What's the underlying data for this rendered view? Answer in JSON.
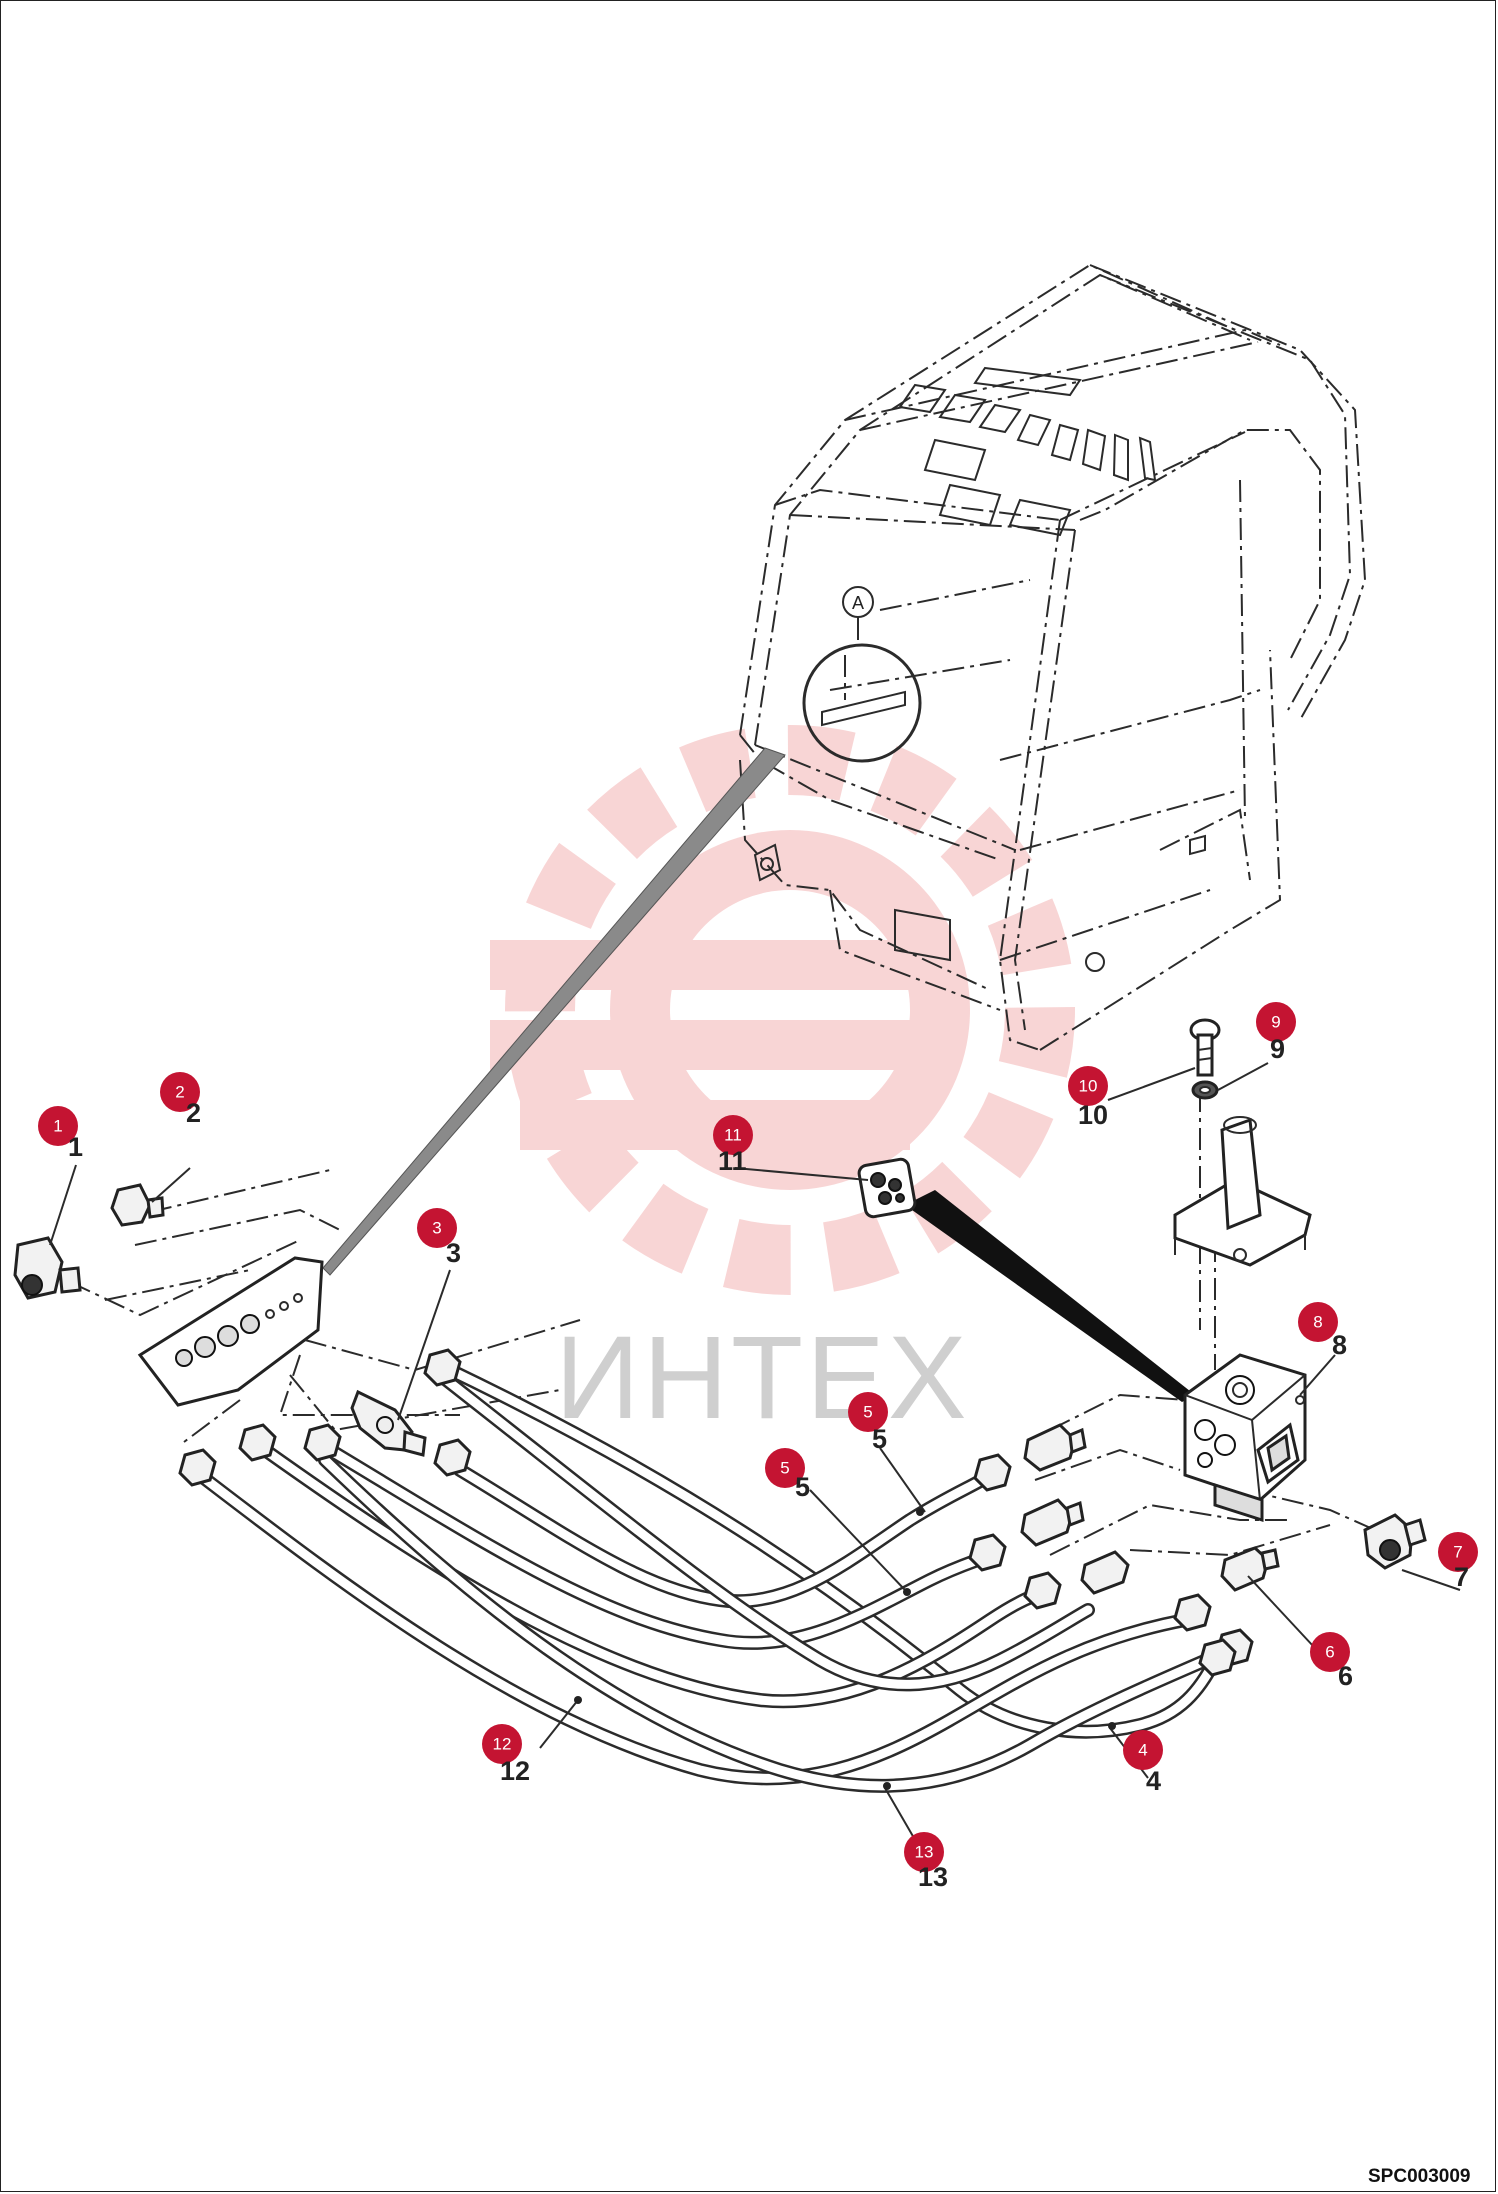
{
  "watermark": {
    "text": "ИНТЕХ",
    "color": "#f3b3b3"
  },
  "drawing_code": "SPC003009",
  "detail_marker": "A",
  "badge_color": "#c41432",
  "callouts": [
    {
      "id": "1",
      "label": "1"
    },
    {
      "id": "2",
      "label": "2"
    },
    {
      "id": "3",
      "label": "3"
    },
    {
      "id": "4",
      "label": "4"
    },
    {
      "id": "5a",
      "label": "5"
    },
    {
      "id": "5b",
      "label": "5"
    },
    {
      "id": "6",
      "label": "6"
    },
    {
      "id": "7",
      "label": "7"
    },
    {
      "id": "8",
      "label": "8"
    },
    {
      "id": "9",
      "label": "9"
    },
    {
      "id": "10",
      "label": "10"
    },
    {
      "id": "11",
      "label": "11"
    },
    {
      "id": "12",
      "label": "12"
    },
    {
      "id": "13",
      "label": "13"
    }
  ]
}
